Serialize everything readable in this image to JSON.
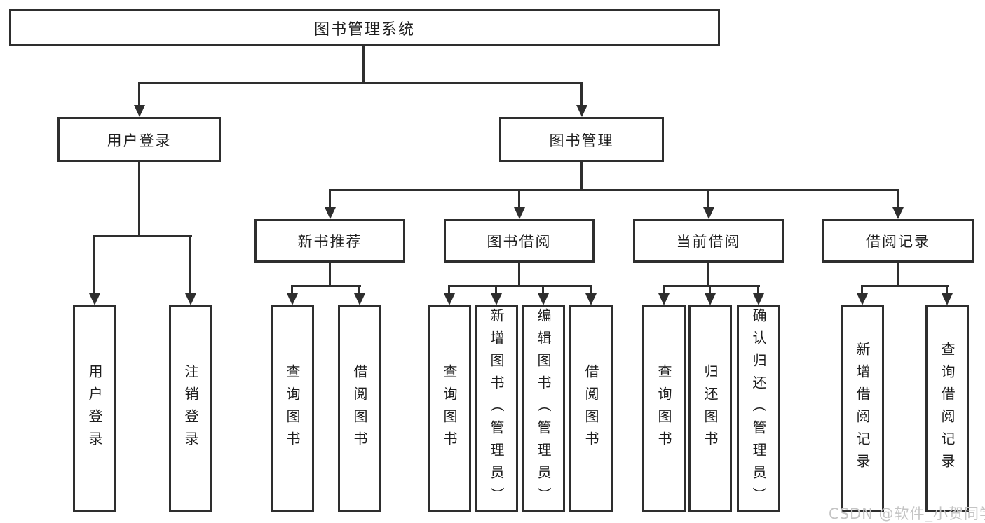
{
  "diagram": {
    "root": "图书管理系统",
    "level2": {
      "user_login": "用户登录",
      "book_mgmt": "图书管理"
    },
    "level3": {
      "new_book_rec": "新书推荐",
      "book_borrow": "图书借阅",
      "current_borrow": "当前借阅",
      "borrow_record": "借阅记录"
    },
    "leaves": {
      "user_login": "用户登录",
      "logout": "注销登录",
      "rec_query_book": "查询图书",
      "rec_borrow_book": "借阅图书",
      "bor_query_book": "查询图书",
      "bor_add_book": "新增图书（管理员）",
      "bor_edit_book": "编辑图书（管理员）",
      "bor_borrow_book": "借阅图书",
      "cur_query_book": "查询图书",
      "cur_return_book": "归还图书",
      "cur_confirm_return": "确认归还（管理员）",
      "rcd_add_record": "新增借阅记录",
      "rcd_query_record": "查询借阅记录"
    }
  },
  "watermark": "CSDN @软件_小贺同学",
  "colors": {
    "line": "#2e2e2e",
    "text": "#1e1e1e",
    "watermark": "#c4c4c4",
    "background": "#ffffff"
  }
}
